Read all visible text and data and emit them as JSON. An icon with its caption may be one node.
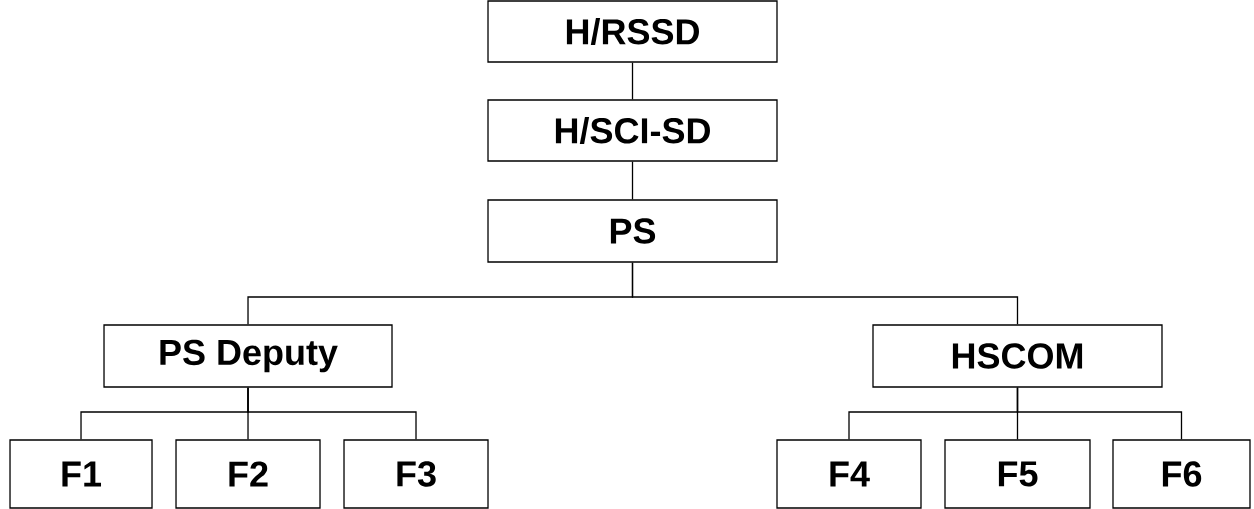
{
  "diagram": {
    "nodes": [
      {
        "text": [
          "H/RSSD"
        ]
      },
      {
        "text": [
          "H/SCI-SD"
        ]
      },
      {
        "text": [
          "PS"
        ]
      },
      {
        "text": [
          "PS Deputy"
        ]
      },
      {
        "text": [
          "HSCOM"
        ]
      },
      {
        "text": [
          "F1"
        ]
      },
      {
        "text": [
          "F2"
        ]
      },
      {
        "text": [
          "F3"
        ]
      },
      {
        "text": [
          "F4"
        ]
      },
      {
        "text": [
          "F5"
        ]
      },
      {
        "text": [
          "F6"
        ]
      }
    ],
    "edges": [
      {
        "from": 0,
        "to": 1,
        "arrow": "none"
      },
      {
        "from": 1,
        "to": 2,
        "arrow": "none"
      },
      {
        "from": 2,
        "to": 3,
        "arrow": "none"
      },
      {
        "from": 2,
        "to": 4,
        "arrow": "none"
      },
      {
        "from": 3,
        "to": 5,
        "arrow": "none"
      },
      {
        "from": 3,
        "to": 6,
        "arrow": "none"
      },
      {
        "from": 3,
        "to": 7,
        "arrow": "none"
      },
      {
        "from": 4,
        "to": 8,
        "arrow": "none"
      },
      {
        "from": 4,
        "to": 9,
        "arrow": "none"
      },
      {
        "from": 4,
        "to": 10,
        "arrow": "none"
      }
    ]
  }
}
